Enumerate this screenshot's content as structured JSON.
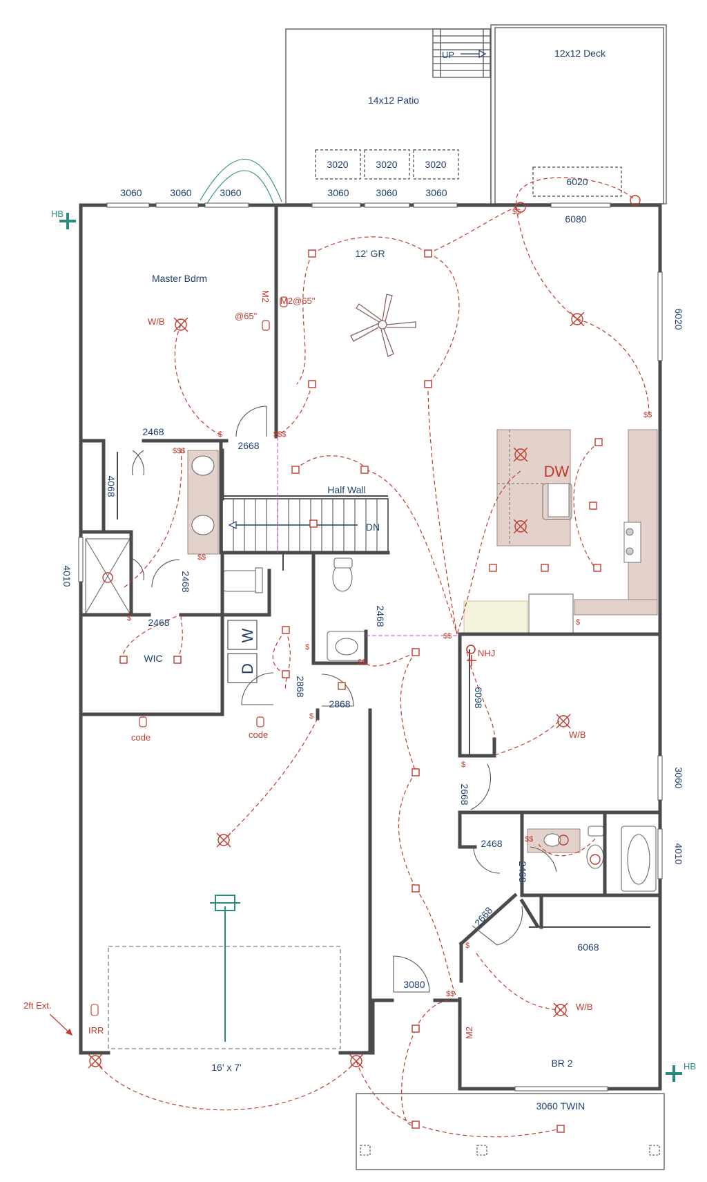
{
  "colors": {
    "wall": "#4a4a4a",
    "line": "#555555",
    "blue_label": "#1f3f6e",
    "red_label": "#c0392b",
    "electric": "#c0392b",
    "hose_bib": "#2a8a82",
    "cabinet_fill": "#e3d2cc",
    "counter_fill": "#f4f1dc"
  },
  "labels": {
    "patio": "14x12 Patio",
    "deck": "12x12 Deck",
    "up": "UP",
    "great_room": "12' GR",
    "master": "Master Bdrm",
    "half_wall": "Half Wall",
    "dn": "DN",
    "dw": "DW",
    "wic": "WIC",
    "br2": "BR 2",
    "garage_door": "16' x 7'",
    "irr": "IRR",
    "ext": "2ft Ext.",
    "nhj": "NHJ",
    "code": "code",
    "wb": "W/B",
    "m2": "M2",
    "m2_65": "M2@65\"",
    "at65": "@65\"",
    "hb": "HB",
    "washer": "W",
    "dryer": "D",
    "window_3060": "3060",
    "window_3020": "3020",
    "window_6020": "6020",
    "window_6080": "6080",
    "window_4010": "4010",
    "window_3060_twin": "3060 TWIN",
    "door_2668": "2668",
    "door_2468": "2468",
    "door_4068": "4068",
    "door_2868": "2868",
    "door_3080": "3080",
    "door_6068": "6068",
    "door_6098": "6098"
  },
  "icons": [
    "hose-bib-icon",
    "ceiling-fan-icon",
    "light-fixture-icon",
    "switch-icon",
    "smoke-detector-icon",
    "stair-arrow-icon"
  ]
}
